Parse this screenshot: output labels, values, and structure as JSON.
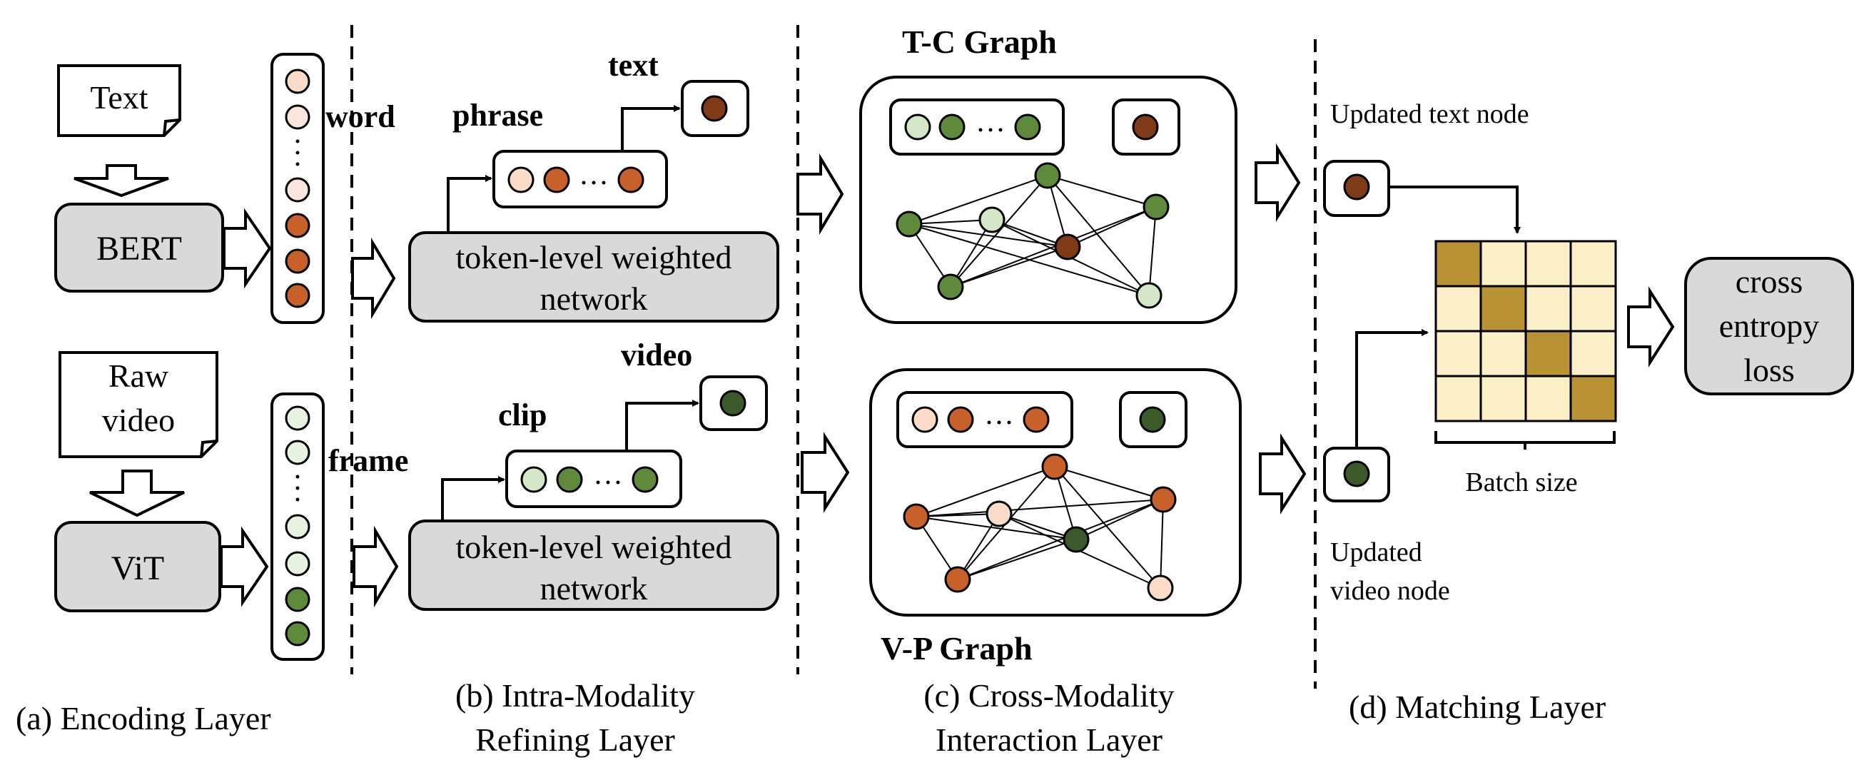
{
  "colors": {
    "box_fill": "#d9d9d9",
    "cream": "#fbefd8",
    "rust": "#c8602a",
    "dark_brown": "#7f3a18",
    "dark_green": "#3a5a2a",
    "mid_green": "#5f8a3c",
    "light_green": "#d4e8c8",
    "pale_peach": "#fbdcc8",
    "gold": "#b89233",
    "matrix_cream": "#fbefc8"
  },
  "encoding": {
    "text_doc": "Text",
    "raw_doc_line1": "Raw",
    "raw_doc_line2": "video",
    "bert": "BERT",
    "vit": "ViT",
    "word": "word",
    "frame": "frame",
    "caption": "(a) Encoding Layer"
  },
  "refining": {
    "text_label": "text",
    "phrase_label": "phrase",
    "video_label": "video",
    "clip_label": "clip",
    "network_line1": "token-level weighted",
    "network_line2": "network",
    "caption_line1": "(b) Intra-Modality",
    "caption_line2": "Refining Layer"
  },
  "interaction": {
    "tc_graph": "T-C Graph",
    "vp_graph": "V-P Graph",
    "caption_line1": "(c) Cross-Modality",
    "caption_line2": "Interaction Layer"
  },
  "matching": {
    "updated_text": "Updated text node",
    "updated_video_line1": "Updated",
    "updated_video_line2": "video node",
    "batch_size": "Batch size",
    "loss_line1": "cross",
    "loss_line2": "entropy",
    "loss_line3": "loss",
    "caption": "(d) Matching Layer",
    "matrix": [
      [
        "gold",
        "cream",
        "cream",
        "cream"
      ],
      [
        "cream",
        "gold",
        "cream",
        "cream"
      ],
      [
        "cream",
        "cream",
        "gold",
        "cream"
      ],
      [
        "cream",
        "cream",
        "cream",
        "gold"
      ]
    ]
  }
}
